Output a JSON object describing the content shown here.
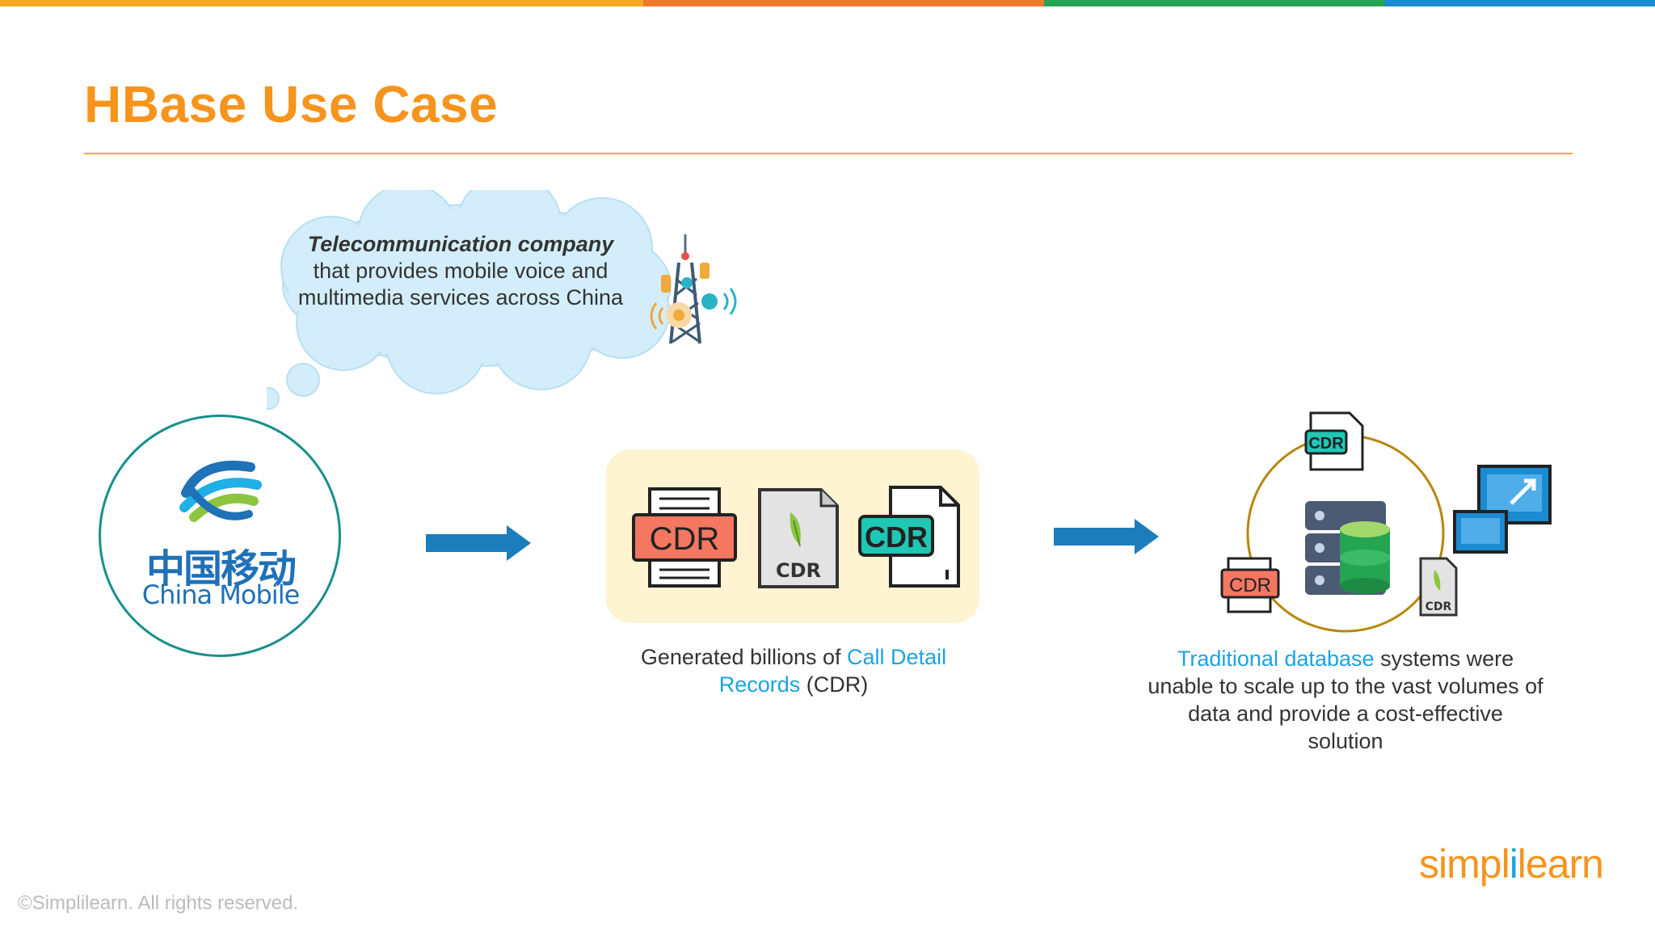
{
  "slide": {
    "title": "HBase Use Case",
    "accent_color": "#F7941D",
    "highlight_color": "#1BA3E0"
  },
  "top_bar_colors": [
    "#F7A823",
    "#EE7B2C",
    "#25A552",
    "#1B8BD2"
  ],
  "thought_bubble": {
    "emphasis": "Telecommunication company",
    "text": "that provides mobile voice and multimedia services across China"
  },
  "company_logo": {
    "chinese_name": "中国移动",
    "english_name": "China Mobile",
    "icon": "china-mobile-logo-icon"
  },
  "icons": {
    "tower": "cell-tower-icon",
    "cdr_documents": [
      "cdr-printer-icon",
      "cdr-document-icon",
      "cdr-file-icon"
    ],
    "database_cluster": [
      "database-icon",
      "server-icon",
      "cdr-icon",
      "monitor-icon"
    ],
    "arrows": [
      "right-arrow-icon",
      "right-arrow-icon"
    ]
  },
  "cdr_labels": {
    "printer": "CDR",
    "document": "CDR",
    "file": "CDR"
  },
  "step2_caption": {
    "prefix": "Generated billions of ",
    "highlight": "Call Detail Records",
    "suffix": " (CDR)"
  },
  "step3_caption": {
    "highlight": "Traditional database",
    "rest": " systems were unable to scale up to the vast volumes of data and provide a cost-effective solution"
  },
  "footer": {
    "copyright": "©Simplilearn. All rights reserved.",
    "brand_part1": "simpl",
    "brand_part2": "i",
    "brand_part3": "learn"
  }
}
